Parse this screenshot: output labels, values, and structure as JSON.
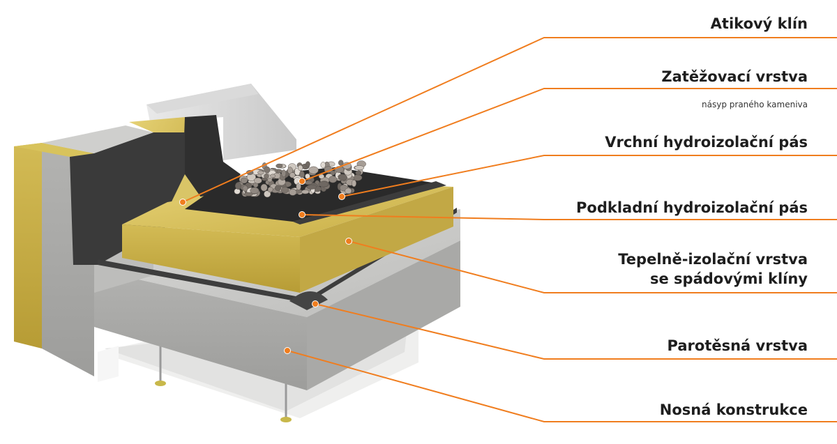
{
  "colors": {
    "leader": "#f07d1e",
    "concrete": "#c9c9c7",
    "insulation": "#d8c25a",
    "membrane": "#2d2d2d",
    "gravel": "#a39a92"
  },
  "labels": [
    {
      "key": "atika",
      "title": "Atikový klín",
      "subtitle": ""
    },
    {
      "key": "zatez",
      "title": "Zatěžovací vrstva",
      "subtitle": "násyp praného kameniva"
    },
    {
      "key": "vrchni",
      "title": "Vrchní hydroizolační pás",
      "subtitle": ""
    },
    {
      "key": "podkladni",
      "title": "Podkladní hydroizolační pás",
      "subtitle": ""
    },
    {
      "key": "tepelne",
      "title": "Tepelně-izolační vrstva\nse spádovými klíny",
      "subtitle": ""
    },
    {
      "key": "parotesna",
      "title": "Parotěsná vrstva",
      "subtitle": ""
    },
    {
      "key": "nosna",
      "title": "Nosná konstrukce",
      "subtitle": ""
    }
  ]
}
